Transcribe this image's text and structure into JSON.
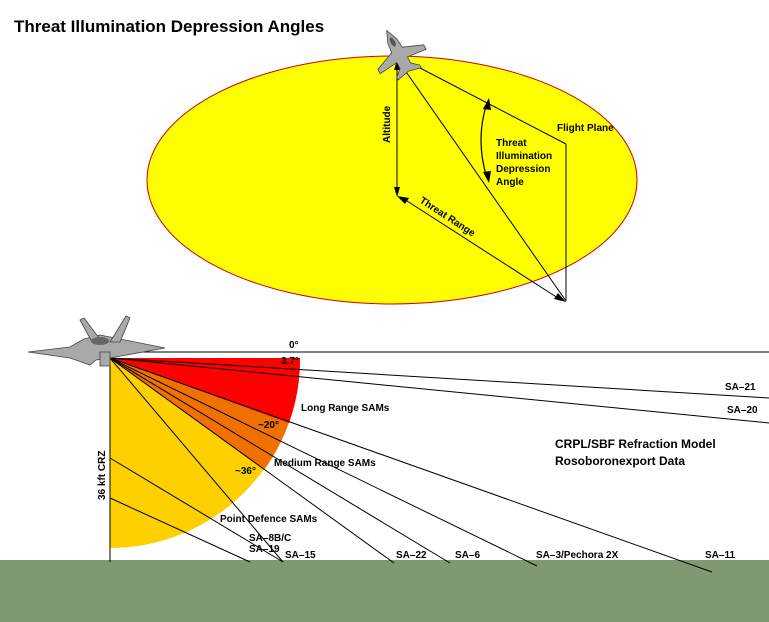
{
  "title": "Threat Illumination Depression Angles",
  "colors": {
    "footprint_fill": "#ffff00",
    "footprint_edge": "#d20000",
    "long_range": "#ff0000",
    "medium_range": "#f07000",
    "point_defence": "#ffd000",
    "ground": "#7f9a72",
    "aircraft": "#a9a9a9"
  },
  "top_diagram": {
    "altitude_label": "Altitude",
    "flight_plane_label": "Flight Plane",
    "angle_label_lines": [
      "Threat",
      "Illumination",
      "Depression",
      "Angle"
    ],
    "threat_range_label": "Threat Range"
  },
  "bottom_diagram": {
    "angle_0": "0°",
    "angle_3_7": "3.7°",
    "angle_20": "~20°",
    "angle_36": "~36°",
    "altitude_label": "36 kft CRZ",
    "long_range_label": "Long Range SAMs",
    "medium_range_label": "Medium Range SAMs",
    "point_defence_label": "Point Defence SAMs",
    "model_line1": "CRPL/SBF Refraction Model",
    "model_line2": "Rosoboronexport Data",
    "systems": {
      "sa21": "SA–21",
      "sa20": "SA–20",
      "sa8": "SA–8B/C",
      "sa19": "SA–19",
      "sa15": "SA–15",
      "sa22": "SA–22",
      "sa6": "SA–6",
      "sa3": "SA–3/Pechora 2X",
      "sa11": "SA–11"
    }
  },
  "icons": [
    "aircraft-top-icon",
    "aircraft-side-icon"
  ]
}
